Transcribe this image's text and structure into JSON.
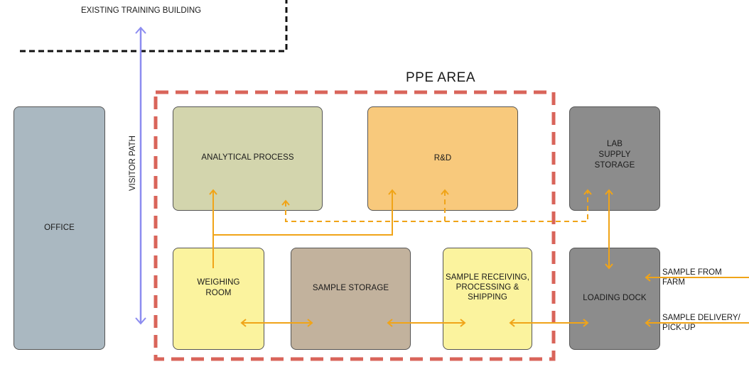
{
  "existing_building": {
    "label": "EXISTING TRAINING BUILDING"
  },
  "ppe_area": {
    "label": "PPE AREA",
    "border_color": "#d9645a"
  },
  "visitor_path": {
    "label": "VISITOR PATH",
    "color": "#8c8cf0"
  },
  "flow_color": "#f0a418",
  "rooms": {
    "office": {
      "label": "OFFICE",
      "color": "#aab8c1"
    },
    "analytical": {
      "label": "ANALYTICAL PROCESS",
      "color": "#d3d5ad"
    },
    "rnd": {
      "label": "R&D",
      "color": "#f8c97c"
    },
    "lab_supply": {
      "label": "LAB SUPPLY STORAGE",
      "color": "#8c8c8c"
    },
    "weighing": {
      "label": "WEIGHING ROOM",
      "color": "#fbf39e"
    },
    "sample_storage": {
      "label": "SAMPLE STORAGE",
      "color": "#c2b29d"
    },
    "receiving": {
      "label": "SAMPLE RECEIVING, PROCESSING & SHIPPING",
      "color": "#fbf39e"
    },
    "loading_dock": {
      "label": "LOADING DOCK",
      "color": "#8c8c8c"
    }
  },
  "external_flows": {
    "from_farm": "SAMPLE FROM FARM",
    "delivery": "SAMPLE DELIVERY/ PICK-UP"
  }
}
